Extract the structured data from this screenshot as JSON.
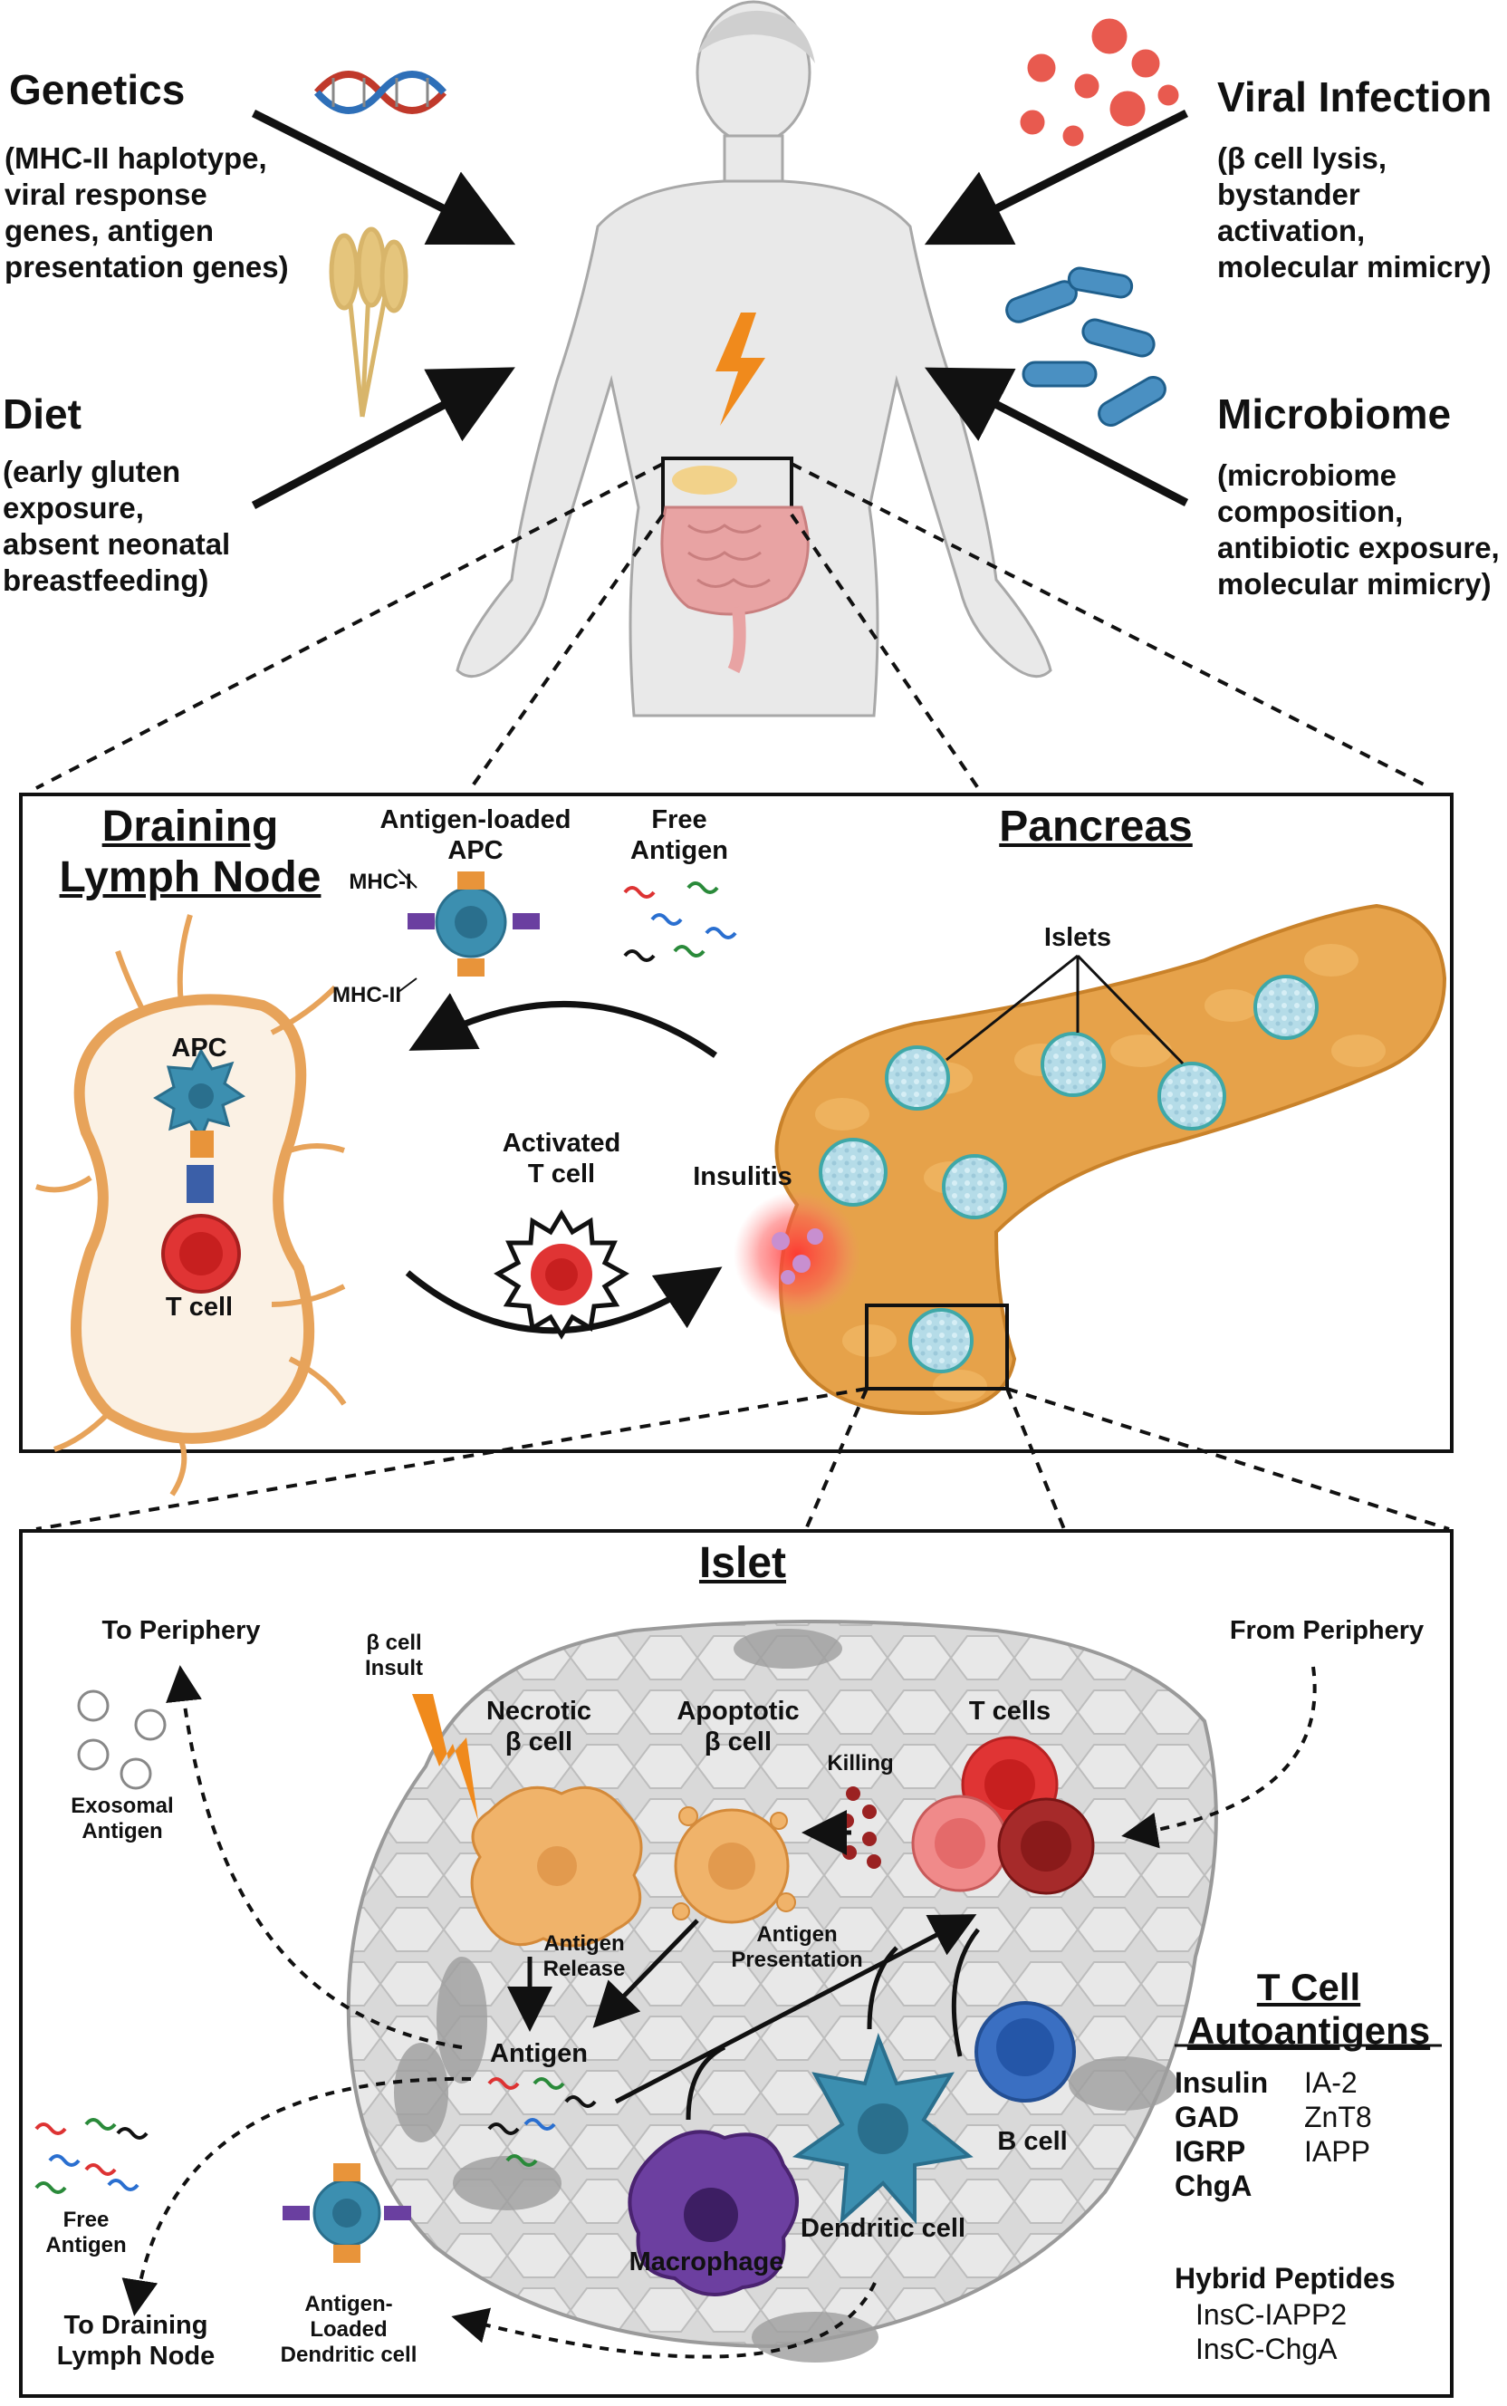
{
  "top": {
    "genetics": {
      "title": "Genetics",
      "lines": [
        "(MHC-II haplotype,",
        "viral response",
        "genes, antigen",
        "presentation genes)"
      ]
    },
    "diet": {
      "title": "Diet",
      "lines": [
        "(early gluten",
        "exposure,",
        "absent neonatal",
        "breastfeeding)"
      ]
    },
    "viral": {
      "title": "Viral Infection",
      "lines": [
        "(β cell lysis,",
        "bystander",
        "activation,",
        "molecular mimicry)"
      ]
    },
    "microbiome": {
      "title": "Microbiome",
      "lines": [
        "(microbiome",
        "composition,",
        "antibiotic exposure,",
        "molecular mimicry)"
      ]
    }
  },
  "middle": {
    "lymph_title": [
      "Draining",
      "Lymph Node"
    ],
    "pancreas_title": "Pancreas",
    "apc_loaded": [
      "Antigen-loaded",
      "APC"
    ],
    "free_antigen": [
      "Free",
      "Antigen"
    ],
    "mhc1": "MHC-I",
    "mhc2": "MHC-II",
    "apc": "APC",
    "tcell": "T cell",
    "activated": [
      "Activated",
      "T cell"
    ],
    "insulitis": "Insulitis",
    "islets": "Islets"
  },
  "bottom": {
    "title": "Islet",
    "to_periphery": "To Periphery",
    "from_periphery": "From Periphery",
    "beta_insult": [
      "β cell",
      "Insult"
    ],
    "necrotic": [
      "Necrotic",
      "β cell"
    ],
    "apoptotic": [
      "Apoptotic",
      "β cell"
    ],
    "tcells": "T cells",
    "killing": "Killing",
    "exosomal": [
      "Exosomal",
      "Antigen"
    ],
    "antigen_release": [
      "Antigen",
      "Release"
    ],
    "antigen_presentation": [
      "Antigen",
      "Presentation"
    ],
    "antigen": "Antigen",
    "bcell": "B cell",
    "macrophage": "Macrophage",
    "dendritic": "Dendritic cell",
    "free_antigen": [
      "Free",
      "Antigen"
    ],
    "loaded_dc": [
      "Antigen-",
      "Loaded",
      "Dendritic cell"
    ],
    "to_draining": [
      "To Draining",
      "Lymph Node"
    ],
    "autoantigens_title": [
      "T Cell",
      "Autoantigens"
    ],
    "autoantigens_left": [
      "Insulin",
      "GAD",
      "IGRP",
      "ChgA"
    ],
    "autoantigens_right": [
      "IA-2",
      "ZnT8",
      "IAPP"
    ],
    "hybrid_title": "Hybrid Peptides",
    "hybrid": [
      "InsC-IAPP2",
      "InsC-ChgA"
    ]
  },
  "colors": {
    "pancreas": "#e6a24a",
    "islet": "#a9d8e6",
    "apc": "#3c8fb0",
    "tcell": "#e03434",
    "bolt": "#f08a1c",
    "macrophage": "#6c3fa0",
    "bcell": "#3a6fc2",
    "body": "#e9e9e9"
  }
}
